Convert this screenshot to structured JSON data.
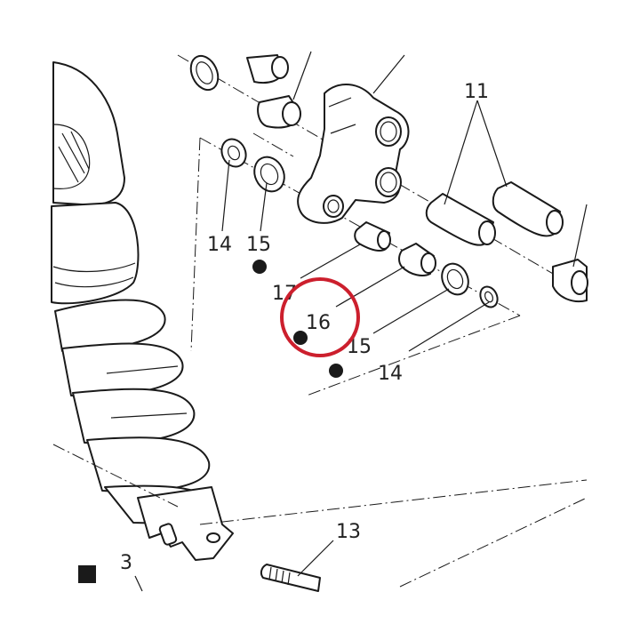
{
  "callouts": {
    "c11": "11",
    "c13": "13",
    "c14a": "14",
    "c15a": "15",
    "c17": "17",
    "c16": "16",
    "c15b": "15",
    "c14b": "14",
    "c3": "3"
  },
  "colors": {
    "highlight": "#cc1f2d",
    "ink": "#1a1a1a"
  },
  "icons": {
    "marker_dot": "filled-circle",
    "marker_square": "filled-square"
  }
}
